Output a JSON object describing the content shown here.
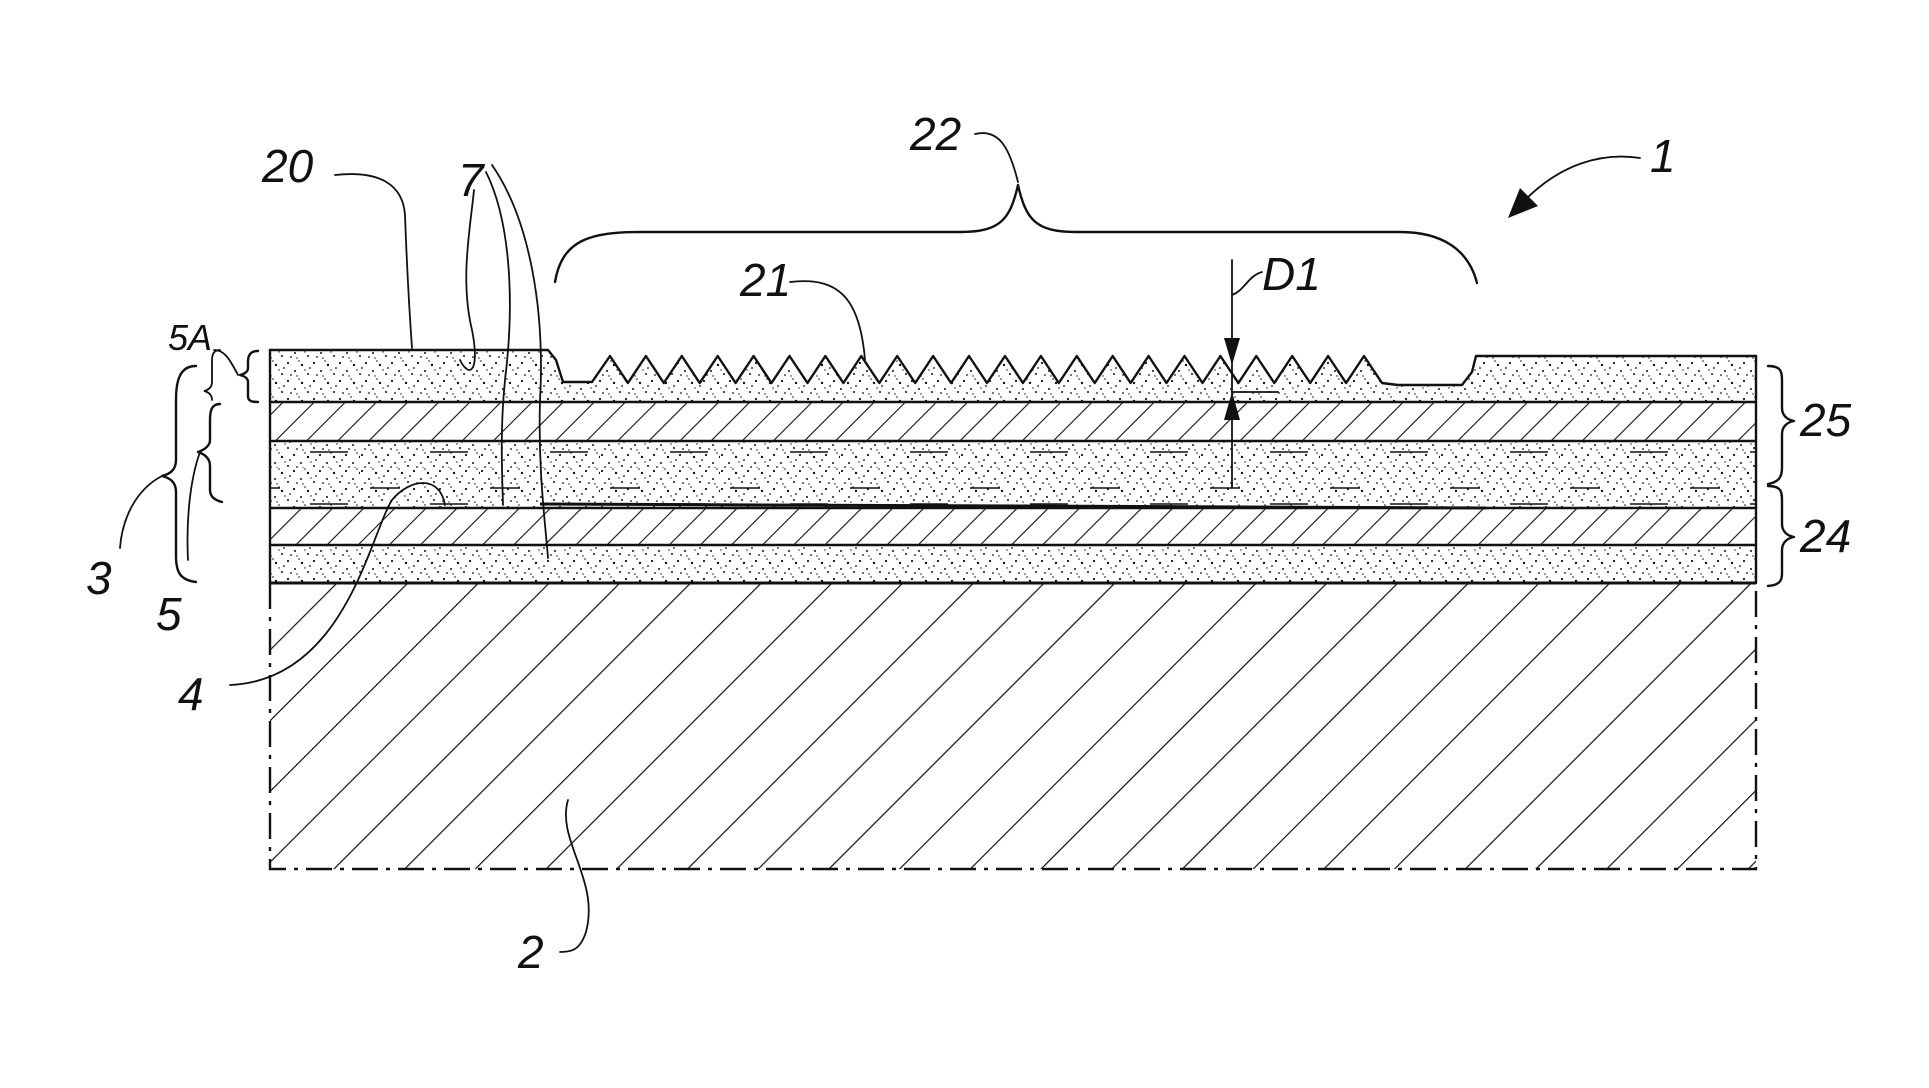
{
  "figure": {
    "reference_labels": {
      "assembly": "1",
      "substrate": "2",
      "layer_stack": "3",
      "embedded_layer": "4",
      "lower_layer": "5",
      "upper_layer": "5A",
      "fibers": "7",
      "top_surface": "20",
      "textured_surface": "21",
      "textured_region": "22",
      "lower_pair": "24",
      "upper_pair": "25",
      "depth": "D1"
    },
    "colors": {
      "ink": "#111111",
      "background": "#ffffff"
    }
  }
}
